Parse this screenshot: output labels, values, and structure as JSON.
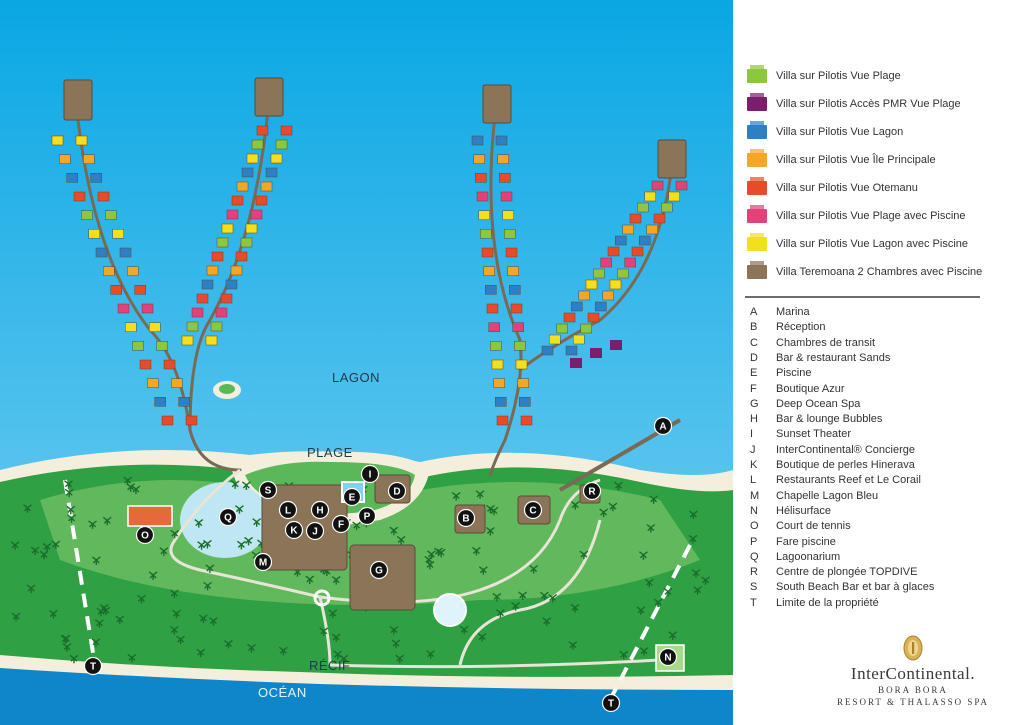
{
  "map": {
    "labels": {
      "lagon": "LAGON",
      "plage": "PLAGE",
      "recif": "RÉCIF",
      "ocean": "OCÉAN"
    },
    "markers": [
      {
        "letter": "A",
        "name": "Marina"
      },
      {
        "letter": "B",
        "name": "Réception"
      },
      {
        "letter": "C",
        "name": "Chambres de transit"
      },
      {
        "letter": "D",
        "name": "Bar & restaurant Sands"
      },
      {
        "letter": "E",
        "name": "Piscine"
      },
      {
        "letter": "F",
        "name": "Boutique Azur"
      },
      {
        "letter": "G",
        "name": "Deep Ocean Spa"
      },
      {
        "letter": "H",
        "name": "Bar & lounge Bubbles"
      },
      {
        "letter": "I",
        "name": "Sunset Theater"
      },
      {
        "letter": "J",
        "name": "InterContinental Concierge"
      },
      {
        "letter": "K",
        "name": "Boutique de perles Hinerava"
      },
      {
        "letter": "L",
        "name": "Restaurants Reef et Le Corail"
      },
      {
        "letter": "M",
        "name": "Chapelle Lagon Bleu"
      },
      {
        "letter": "N",
        "name": "Hélisurface"
      },
      {
        "letter": "O",
        "name": "Court de tennis"
      },
      {
        "letter": "P",
        "name": "Fare piscine"
      },
      {
        "letter": "Q",
        "name": "Lagoonarium"
      },
      {
        "letter": "R",
        "name": "Centre de plongée TOPDIVE"
      },
      {
        "letter": "S",
        "name": "South Beach Bar et bar à glaces"
      },
      {
        "letter": "T",
        "name": "Limite de la propriété"
      }
    ],
    "colors": {
      "ocean": "#0f86c9",
      "lagoon_top": "#0aa7e4",
      "lagoon_bottom": "#bfe6f3",
      "sand": "#f4efdc",
      "land": "#2fa043",
      "land_light": "#8ccc72",
      "path": "#b9a98c",
      "dock": "#7a6a55"
    }
  },
  "legend": {
    "villas": [
      {
        "label": "Villa sur Pilotis Vue Plage",
        "color": "#8dc63f"
      },
      {
        "label": "Villa sur Pilotis Accès PMR Vue Plage",
        "color": "#7b1e6e"
      },
      {
        "label": "Villa sur Pilotis Vue Lagon",
        "color": "#2f7fc4"
      },
      {
        "label": "Villa sur Pilotis Vue Île Principale",
        "color": "#f5a623"
      },
      {
        "label": "Villa sur Pilotis Vue Otemanu",
        "color": "#e84a2a"
      },
      {
        "label": "Villa sur Pilotis Vue Plage avec Piscine",
        "color": "#e5407a"
      },
      {
        "label": "Villa sur Pilotis Vue Lagon avec Piscine",
        "color": "#f2e01f"
      },
      {
        "label": "Villa Teremoana 2 Chambres avec Piscine",
        "color": "#8c7458"
      }
    ],
    "points": [
      {
        "key": "A",
        "label": "Marina"
      },
      {
        "key": "B",
        "label": "Réception"
      },
      {
        "key": "C",
        "label": "Chambres de transit"
      },
      {
        "key": "D",
        "label": "Bar & restaurant Sands"
      },
      {
        "key": "E",
        "label": "Piscine"
      },
      {
        "key": "F",
        "label": "Boutique Azur"
      },
      {
        "key": "G",
        "label": "Deep Ocean Spa"
      },
      {
        "key": "H",
        "label": "Bar & lounge Bubbles"
      },
      {
        "key": "I",
        "label": "Sunset Theater"
      },
      {
        "key": "J",
        "label": "InterContinental® Concierge"
      },
      {
        "key": "K",
        "label": "Boutique de perles Hinerava"
      },
      {
        "key": "L",
        "label": "Restaurants Reef et Le Corail"
      },
      {
        "key": "M",
        "label": "Chapelle Lagon Bleu"
      },
      {
        "key": "N",
        "label": "Hélisurface"
      },
      {
        "key": "O",
        "label": "Court de tennis"
      },
      {
        "key": "P",
        "label": "Fare piscine"
      },
      {
        "key": "Q",
        "label": "Lagoonarium"
      },
      {
        "key": "R",
        "label": "Centre de plongée TOPDIVE"
      },
      {
        "key": "S",
        "label": "South Beach Bar et bar à glaces"
      },
      {
        "key": "T",
        "label": "Limite de la propriété"
      }
    ]
  },
  "brand": {
    "name": "InterContinental.",
    "line1": "BORA BORA",
    "line2": "RESORT & THALASSO SPA"
  }
}
